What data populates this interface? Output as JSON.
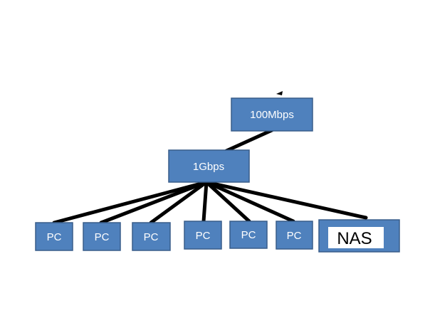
{
  "diagram": {
    "colors": {
      "box_fill": "#4f81bd",
      "box_stroke": "#385d8a",
      "link": "#000000",
      "nas_label_bg": "#ffffff"
    },
    "uplink": {
      "label": "100Mbps"
    },
    "switch": {
      "label": "1Gbps"
    },
    "devices": [
      {
        "label": "PC"
      },
      {
        "label": "PC"
      },
      {
        "label": "PC"
      },
      {
        "label": "PC"
      },
      {
        "label": "PC"
      },
      {
        "label": "PC"
      },
      {
        "label": "NAS"
      }
    ]
  }
}
